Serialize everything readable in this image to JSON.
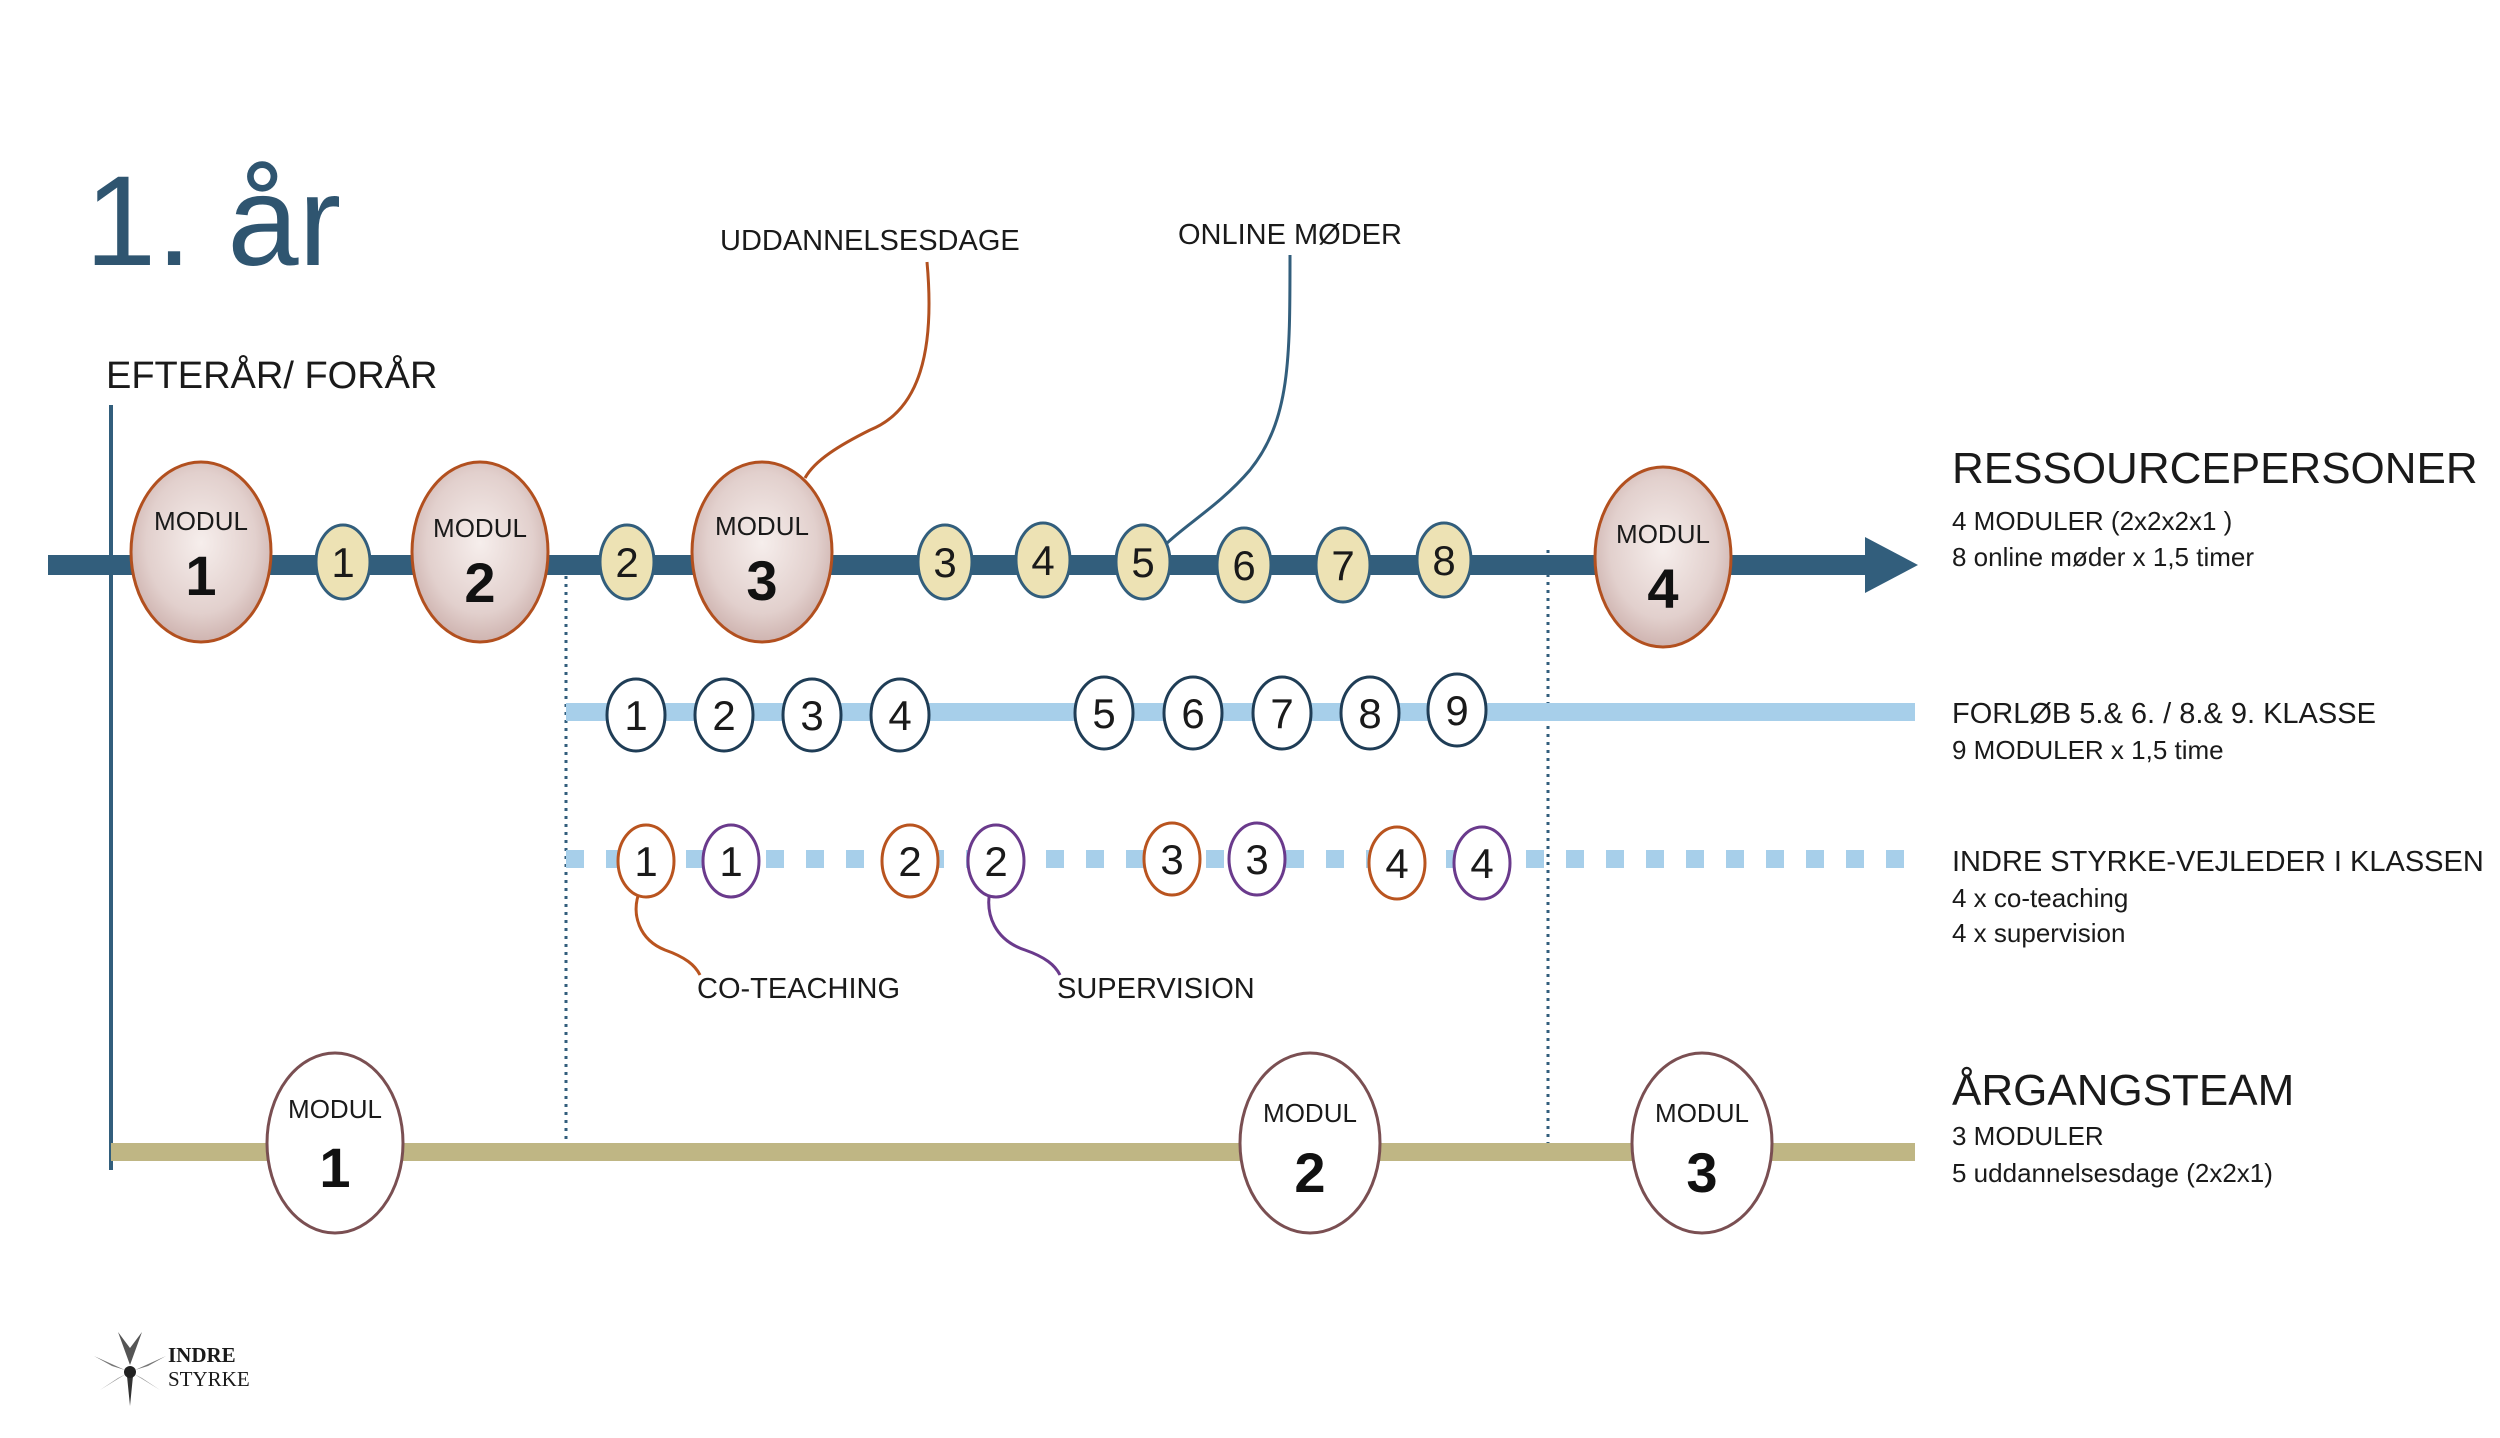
{
  "title": "1. år",
  "season_label": "EFTERÅR/ FORÅR",
  "callouts": {
    "education_days": "UDDANNELSESDAGE",
    "online_meetings": "ONLINE MØDER",
    "co_teaching": "CO-TEACHING",
    "supervision": "SUPERVISION"
  },
  "module_word": "MODUL",
  "resource_track": {
    "modules": [
      "1",
      "2",
      "3",
      "4"
    ],
    "meetings": [
      "1",
      "2",
      "3",
      "4",
      "5",
      "6",
      "7",
      "8"
    ]
  },
  "course_track": {
    "sessions": [
      "1",
      "2",
      "3",
      "4",
      "5",
      "6",
      "7",
      "8",
      "9"
    ]
  },
  "coaching_track": {
    "pairs": [
      {
        "co": "1",
        "sup": "1"
      },
      {
        "co": "2",
        "sup": "2"
      },
      {
        "co": "3",
        "sup": "3"
      },
      {
        "co": "4",
        "sup": "4"
      }
    ]
  },
  "team_track": {
    "modules": [
      "1",
      "2",
      "3"
    ]
  },
  "legend": {
    "resource": {
      "heading": "RESSOURCEPERSONER",
      "line1": "4 MODULER (2x2x2x1 )",
      "line2": "8 online møder x 1,5 timer"
    },
    "course": {
      "heading": "FORLØB 5.& 6. / 8.& 9. KLASSE",
      "line1": "9 MODULER x  1,5 time"
    },
    "coaching": {
      "heading": "INDRE STYRKE-VEJLEDER I KLASSEN",
      "line1": "4 x co-teaching",
      "line2": "4 x supervision"
    },
    "team": {
      "heading": "ÅRGANGSTEAM",
      "line1": "3 MODULER",
      "line2": "5 uddannelsesdage (2x2x1)"
    }
  },
  "logo": {
    "line1": "INDRE",
    "line2": "STYRKE"
  },
  "colors": {
    "timeline": "#325e7c",
    "course_line": "#a7cfea",
    "team_line": "#bfb684",
    "module_fill": "#dcc8c6",
    "module_border": "#b2501f",
    "meeting_fill": "#ede2b4",
    "co_teaching": "#b9541f",
    "supervision": "#6a3a8c",
    "team_border": "#7a4f52"
  }
}
